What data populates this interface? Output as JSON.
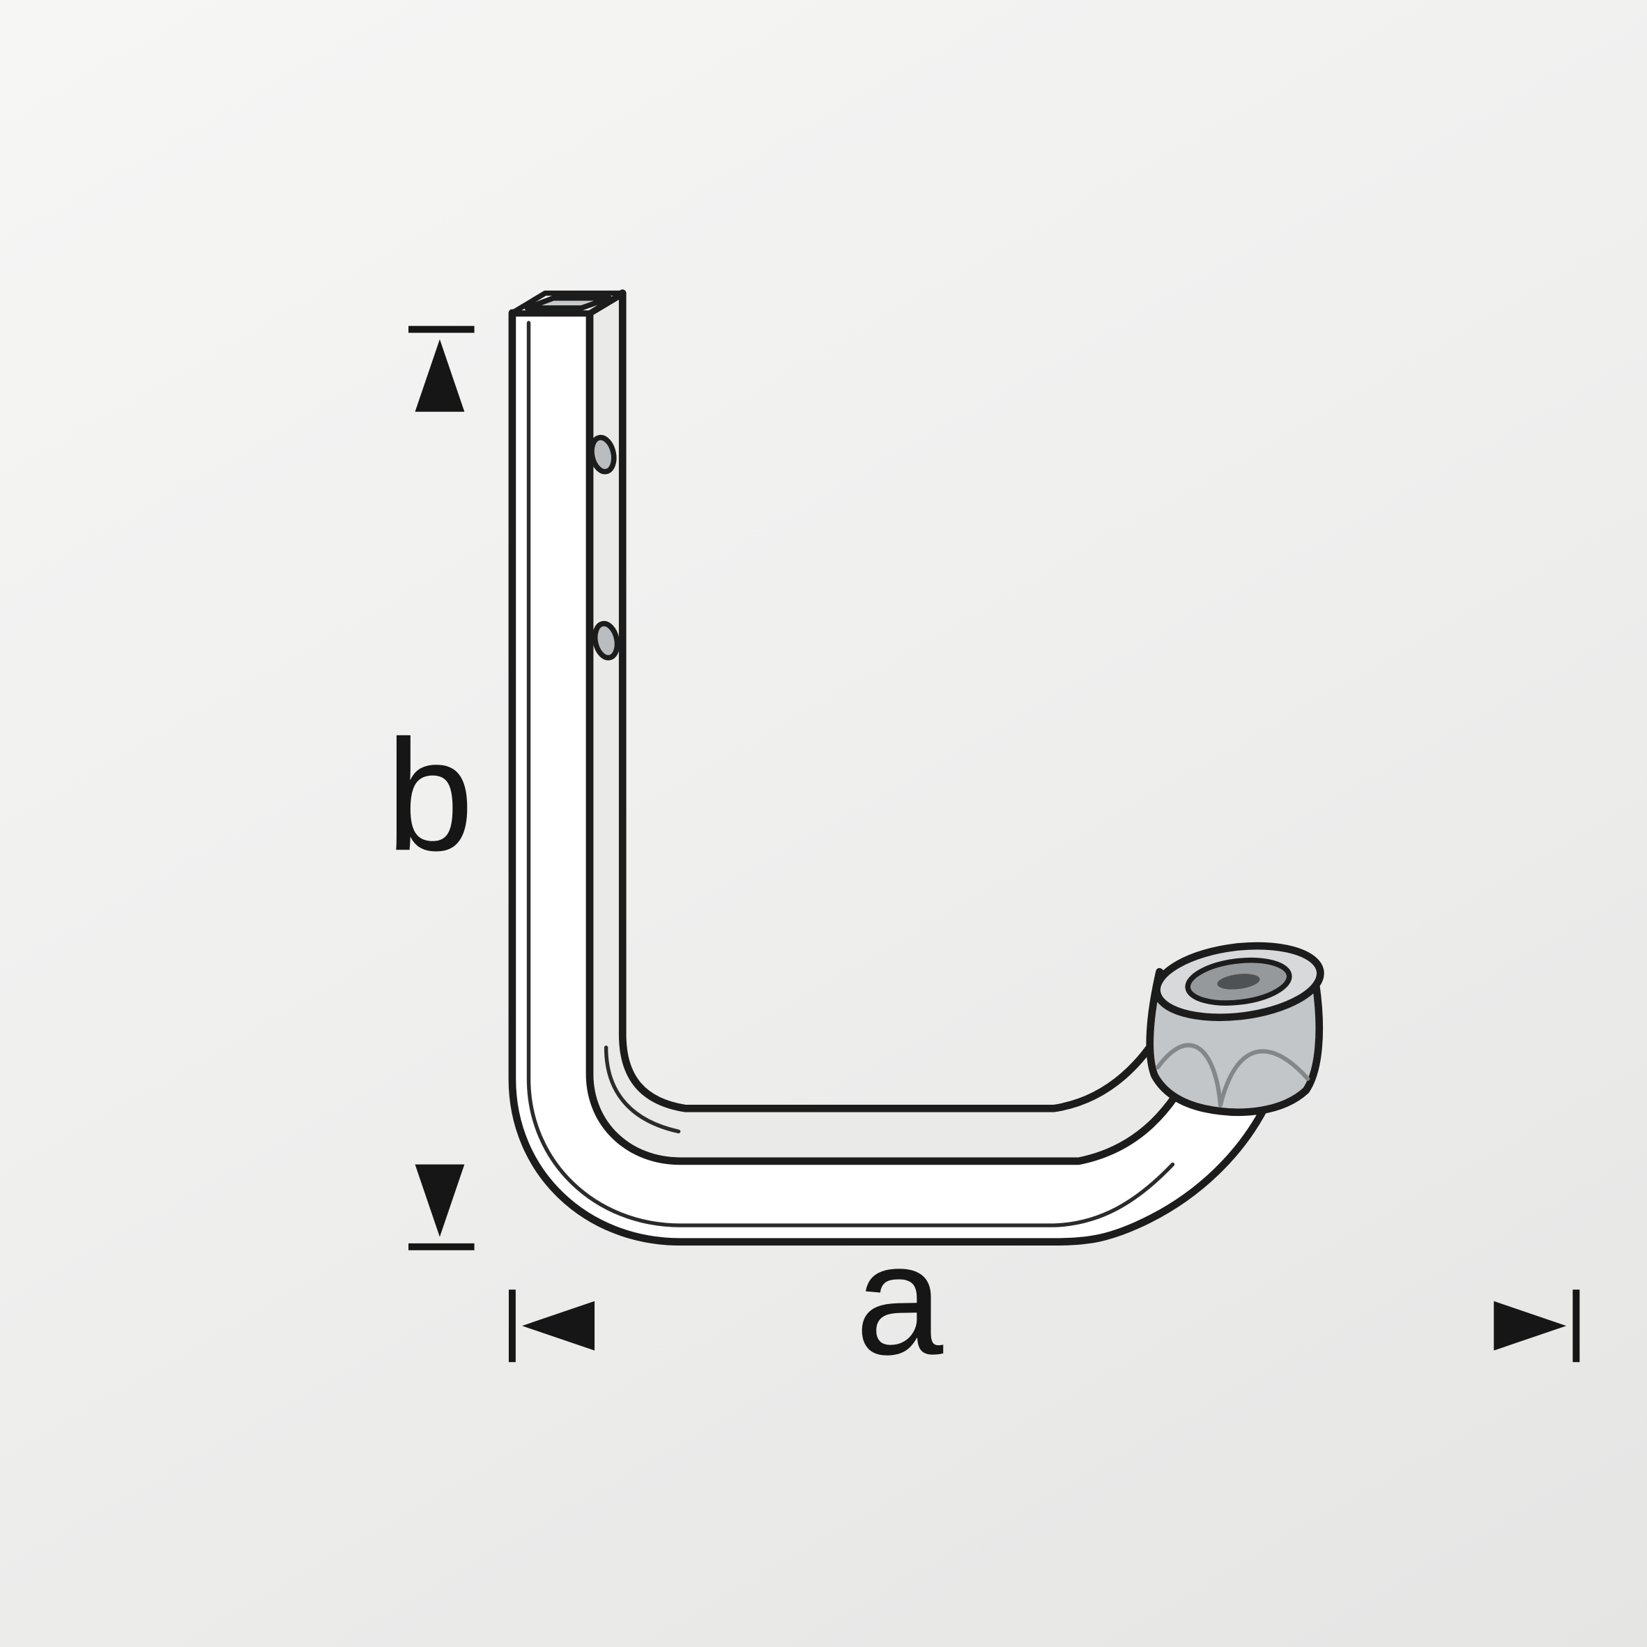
{
  "diagram": {
    "kind": "technical-drawing",
    "subject": "l-shaped-wall-hook-with-end-cap",
    "dimension_labels": {
      "horizontal": "a",
      "vertical": "b"
    },
    "colors": {
      "background_top": "#f6f6f5",
      "background_bottom": "#e5e5e4",
      "outline": "#1c1c1c",
      "front_face": "#ffffff",
      "side_face": "#eaeae9",
      "opening_rim": "#f4f4f3",
      "opening_hole": "#c7cacb",
      "screw_hole": "#b9bdbf",
      "cap_body": "#c3c6c8",
      "cap_top": "#d7d9da",
      "cap_recess": "#96999b",
      "cap_center_mark": "#4e5254",
      "dimension_ink": "#161616"
    }
  }
}
